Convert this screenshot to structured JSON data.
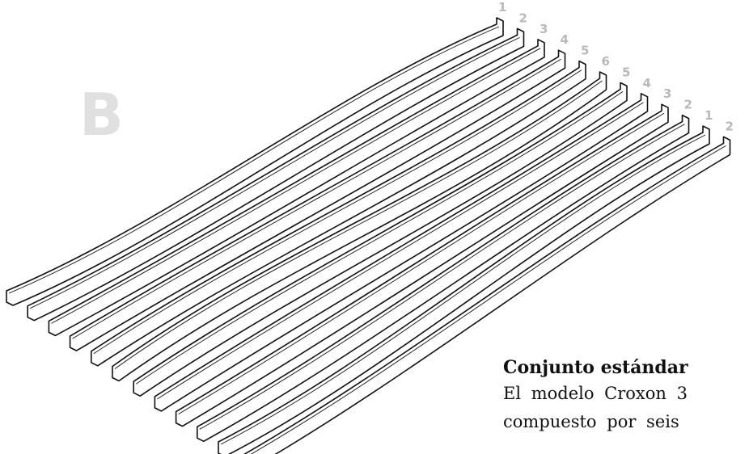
{
  "section_letter": "B",
  "row_labels": [
    "1",
    "2",
    "3",
    "4",
    "5",
    "6",
    "5",
    "4",
    "3",
    "2",
    "1",
    "2"
  ],
  "caption": {
    "title": "Conjunto estándar",
    "line1": "El modelo Croxon 3",
    "line2": "compuesto por seis"
  },
  "colors": {
    "stroke": "#111111",
    "labels": "#b9b9b9",
    "letter": "#e0e0e0",
    "background": "#ffffff"
  }
}
